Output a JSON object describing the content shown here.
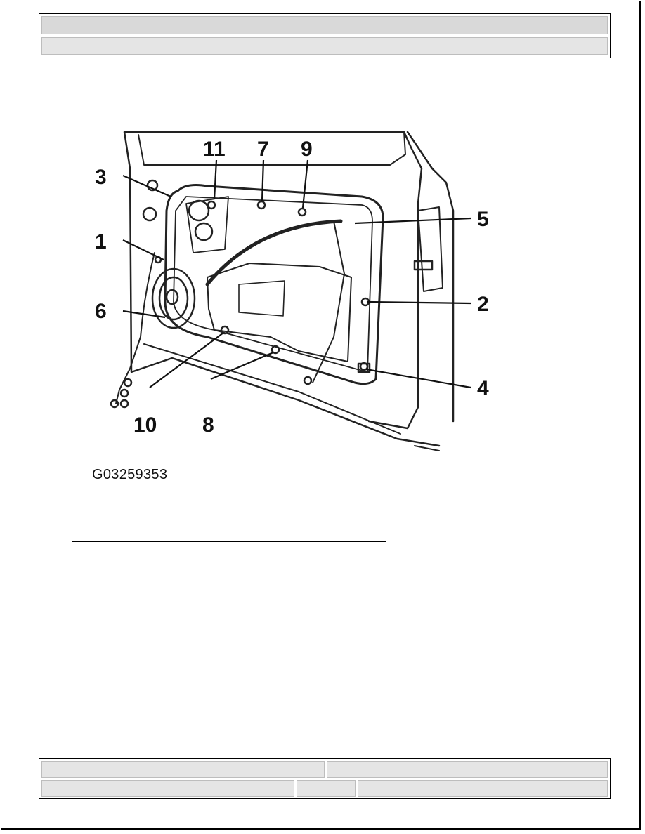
{
  "figure": {
    "code": "G03259353",
    "callouts": {
      "c1": "1",
      "c2": "2",
      "c3": "3",
      "c4": "4",
      "c5": "5",
      "c6": "6",
      "c7": "7",
      "c8": "8",
      "c9": "9",
      "c10": "10",
      "c11": "11"
    }
  },
  "colors": {
    "panel_gray": "#d9d9d9",
    "line": "#111111"
  }
}
